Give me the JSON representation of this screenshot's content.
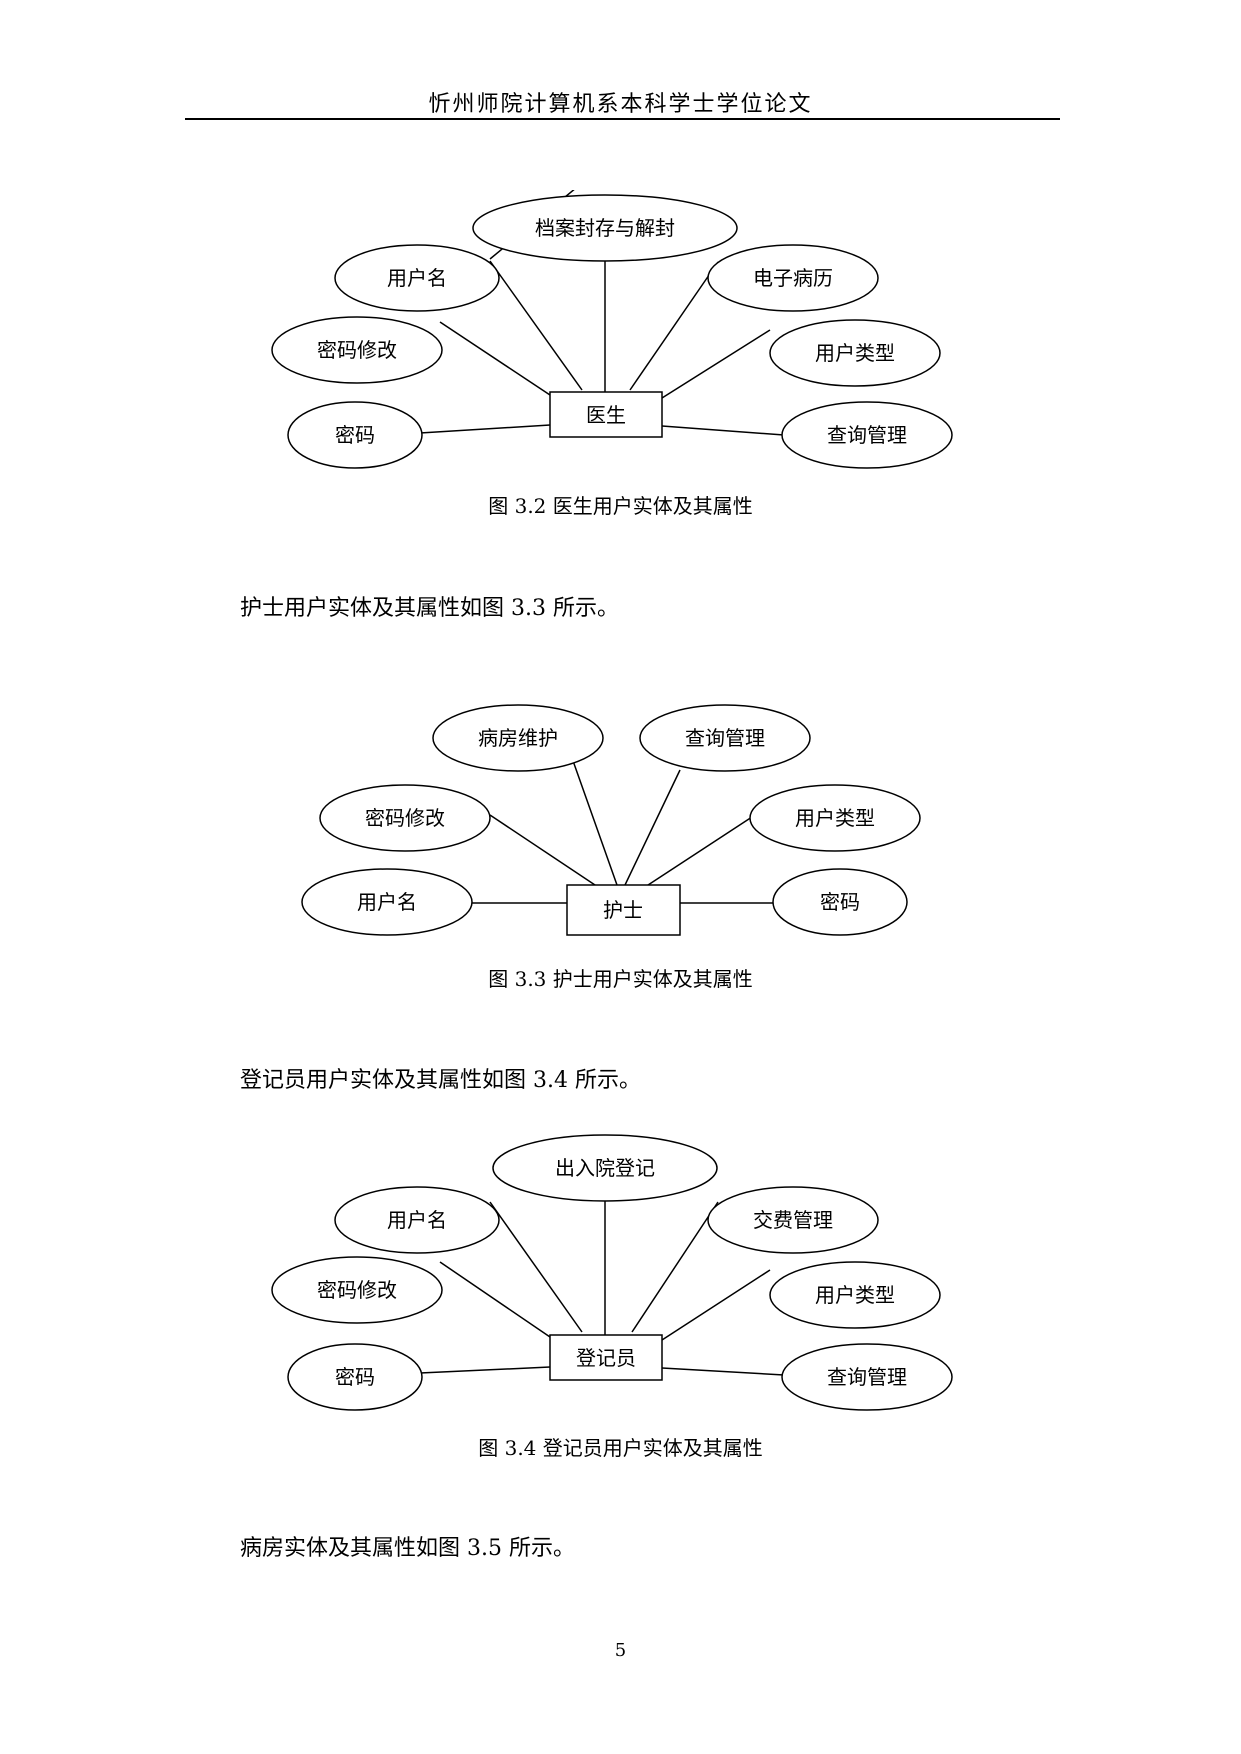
{
  "header": {
    "title": "忻州师院计算机系本科学士学位论文"
  },
  "figures": [
    {
      "entity": "医生",
      "attributes": [
        "档案封存与解封",
        "用户名",
        "电子病历",
        "密码修改",
        "用户类型",
        "密码",
        "查询管理"
      ],
      "caption": "图 3.2  医生用户实体及其属性"
    },
    {
      "entity": "护士",
      "attributes": [
        "病房维护",
        "查询管理",
        "密码修改",
        "用户类型",
        "用户名",
        "密码"
      ],
      "caption": "图 3.3  护士用户实体及其属性"
    },
    {
      "entity": "登记员",
      "attributes": [
        "出入院登记",
        "用户名",
        "交费管理",
        "密码修改",
        "用户类型",
        "密码",
        "查询管理"
      ],
      "caption": "图 3.4  登记员用户实体及其属性"
    }
  ],
  "paragraphs": [
    "护士用户实体及其属性如图 3.3 所示。",
    "登记员用户实体及其属性如图 3.4 所示。",
    "病房实体及其属性如图 3.5 所示。"
  ],
  "footer": {
    "page_number": "5"
  }
}
